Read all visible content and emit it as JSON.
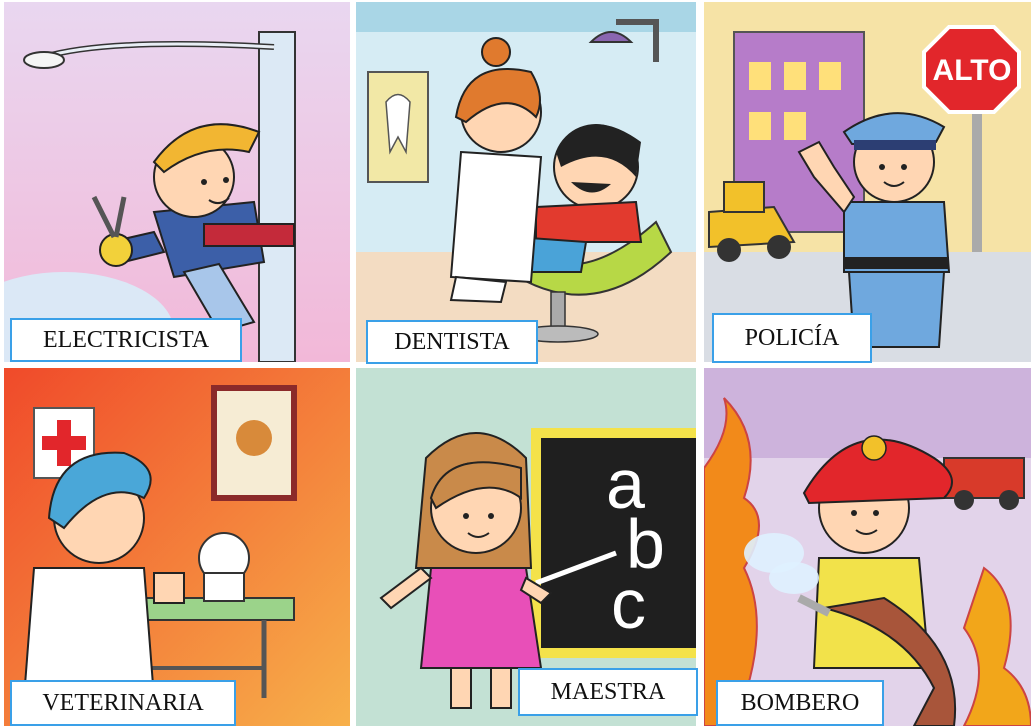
{
  "cards": [
    {
      "label": "ELECTRICISTA",
      "icon": "electrician-illustration"
    },
    {
      "label": "DENTISTA",
      "icon": "dentist-illustration"
    },
    {
      "label": "POLICÍA",
      "icon": "police-illustration",
      "sign_text": "ALTO"
    },
    {
      "label": "VETERINARIA",
      "icon": "veterinarian-illustration"
    },
    {
      "label": "MAESTRA",
      "icon": "teacher-illustration",
      "board_text": [
        "a",
        "b",
        "c"
      ]
    },
    {
      "label": "BOMBERO",
      "icon": "firefighter-illustration"
    }
  ],
  "colors": {
    "label_border": "#3aa0e8",
    "label_bg": "#ffffff"
  }
}
